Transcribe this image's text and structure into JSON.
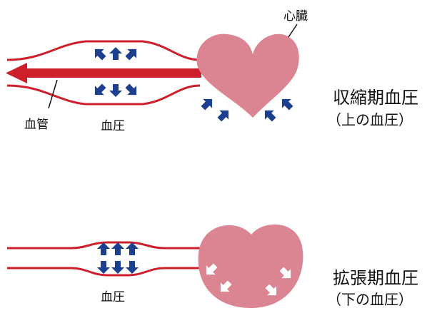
{
  "systolic": {
    "heart_label": "心臓",
    "vessel_label": "血管",
    "pressure_label": "血圧",
    "title": "収縮期血圧",
    "subtitle": "（上の血圧）"
  },
  "diastolic": {
    "pressure_label": "血圧",
    "title": "拡張期血圧",
    "subtitle": "（下の血圧）"
  },
  "colors": {
    "vessel": "#cc1f2b",
    "heart": "#db8593",
    "arrow": "#1d3f8f",
    "arrow_inner": "#ffffff"
  }
}
